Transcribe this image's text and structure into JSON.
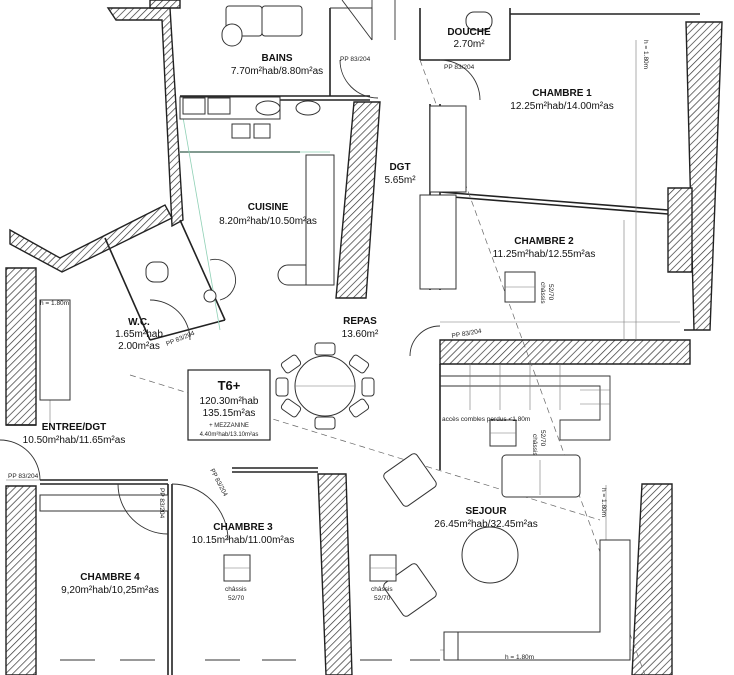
{
  "rooms": {
    "bains": {
      "name": "BAINS",
      "area": "7.70m²hab/8.80m²as"
    },
    "douche": {
      "name": "DOUCHE",
      "area": "2.70m²"
    },
    "chambre1": {
      "name": "CHAMBRE 1",
      "area": "12.25m²hab/14.00m²as"
    },
    "dgt": {
      "name": "DGT",
      "area": "5.65m²"
    },
    "cuisine": {
      "name": "CUISINE",
      "area": "8.20m²hab/10.50m²as"
    },
    "chambre2": {
      "name": "CHAMBRE 2",
      "area": "11.25m²hab/12.55m²as"
    },
    "wc": {
      "name": "W.C.",
      "area1": "1.65m²hab",
      "area2": "2.00m²as"
    },
    "repas": {
      "name": "REPAS",
      "area": "13.60m²"
    },
    "entree": {
      "name": "ENTREE/DGT",
      "area": "10.50m²hab/11.65m²as"
    },
    "sejour": {
      "name": "SEJOUR",
      "area": "26.45m²hab/32.45m²as"
    },
    "chambre3": {
      "name": "CHAMBRE 3",
      "area": "10.15m²hab/11.00m²as"
    },
    "chambre4": {
      "name": "CHAMBRE 4",
      "area": "9,20m²hab/10,25m²as"
    }
  },
  "summary": {
    "type": "T6+",
    "hab": "120.30m²hab",
    "as": "135.15m²as",
    "mezz_label": "+ MEZZANINE",
    "mezz_area": "4.40m²hab/13.10m²as"
  },
  "annotations": {
    "pp1": "PP 83/204",
    "pp2": "PP 83/204",
    "pp3": "PP 83/204",
    "pp4": "PP 83/204",
    "pp5": "PP 83/204",
    "pp6": "PP 83/204",
    "pp7": "PP 83/204",
    "h1": "h = 1.80m",
    "h2": "h = 1.80m",
    "h3": "h = 1.80m",
    "h4": "h = 1.80m",
    "combles": "accès combles perdus <1.80m",
    "chassis1_a": "châssis",
    "chassis1_b": "52/70",
    "chassis2_a": "châssis",
    "chassis2_b": "52/70",
    "chassis3_a": "châssis",
    "chassis3_b": "52/70",
    "chassis4_a": "châssis",
    "chassis4_b": "52/70"
  }
}
